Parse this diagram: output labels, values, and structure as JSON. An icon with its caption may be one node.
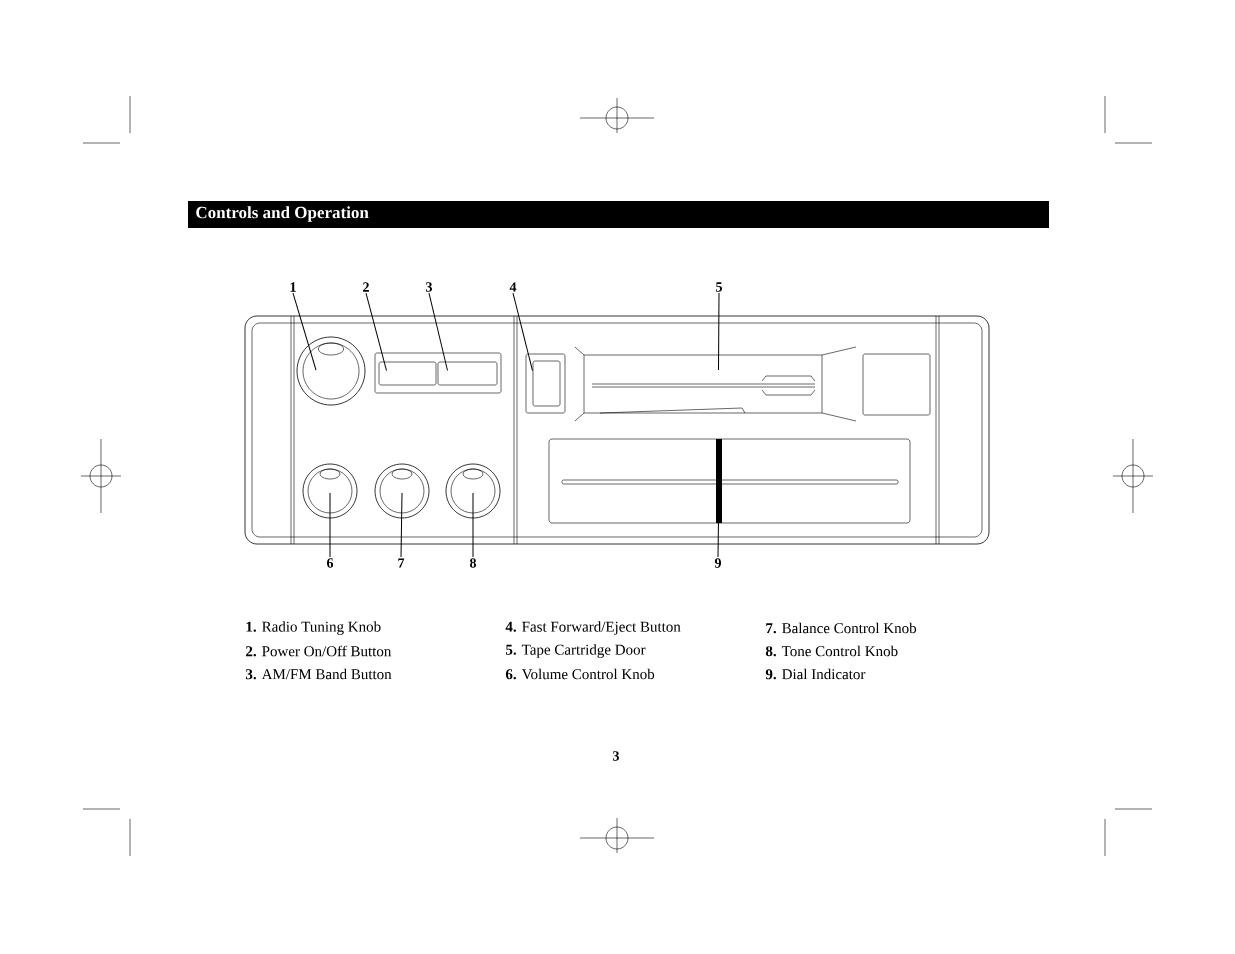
{
  "diagram": {
    "title": "Controls and Operation",
    "nodes": [
      {
        "text": [
          "1"
        ]
      },
      {
        "text": [
          "2"
        ]
      },
      {
        "text": [
          "3"
        ]
      },
      {
        "text": [
          "4"
        ]
      },
      {
        "text": [
          "5"
        ]
      },
      {
        "text": [
          "6"
        ]
      },
      {
        "text": [
          "7"
        ]
      },
      {
        "text": [
          "8"
        ]
      },
      {
        "text": [
          "9"
        ]
      },
      {
        "text": [],
        "shape": "circle"
      },
      {
        "text": [],
        "shape": "box"
      },
      {
        "text": [],
        "shape": "box"
      },
      {
        "text": [],
        "shape": "box"
      },
      {
        "text": [],
        "shape": "box"
      },
      {
        "text": [],
        "shape": "circle"
      },
      {
        "text": [],
        "shape": "circle"
      },
      {
        "text": [],
        "shape": "circle"
      },
      {
        "text": [],
        "shape": "bar"
      }
    ],
    "edges": [
      {
        "from": 0,
        "to": 9,
        "arrow": "none"
      },
      {
        "from": 1,
        "to": 10,
        "arrow": "none"
      },
      {
        "from": 2,
        "to": 11,
        "arrow": "none"
      },
      {
        "from": 3,
        "to": 12,
        "arrow": "none"
      },
      {
        "from": 4,
        "to": 13,
        "arrow": "none"
      },
      {
        "from": 5,
        "to": 14,
        "arrow": "none"
      },
      {
        "from": 6,
        "to": 15,
        "arrow": "none"
      },
      {
        "from": 7,
        "to": 16,
        "arrow": "none"
      },
      {
        "from": 8,
        "to": 17,
        "arrow": "none"
      }
    ],
    "labels": [
      "**1.** Radio Tuning Knob",
      "**4.** Fast Forward/Eject Button",
      "**7.** Balance Control Knob",
      "**2.** Power On/Off Button",
      "**5.** Tape Cartridge Door",
      "**8.** Tone Control Knob",
      "**3.** AM/FM Band Button",
      "**6.** Volume Control Knob",
      "**9.** Dial Indicator",
      "3"
    ]
  }
}
